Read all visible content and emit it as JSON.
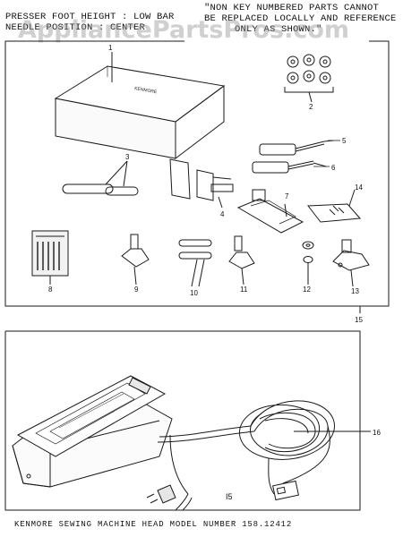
{
  "header": {
    "left_line1": "PRESSER FOOT HEIGHT : LOW BAR",
    "left_line2": "NEEDLE POSITION : CENTER",
    "right_line1": "\"NON KEY NUMBERED PARTS CANNOT",
    "right_line2": "BE REPLACED LOCALLY AND REFERENCE",
    "right_line3": "ONLY AS SHOWN.\""
  },
  "watermark": "AppliancePartsPros.com",
  "callouts": {
    "n1": "1",
    "n2": "2",
    "n3": "3",
    "n4": "4",
    "n5": "5",
    "n6": "6",
    "n7": "7",
    "n8": "8",
    "n9": "9",
    "n10": "10",
    "n11": "11",
    "n12": "12",
    "n13": "13",
    "n14": "14",
    "n15": "15",
    "n16": "16"
  },
  "labels": {
    "box_brand": "KENMORE",
    "pedal_label": "I5"
  },
  "footer": "KENMORE SEWING MACHINE HEAD MODEL NUMBER 158.12412"
}
